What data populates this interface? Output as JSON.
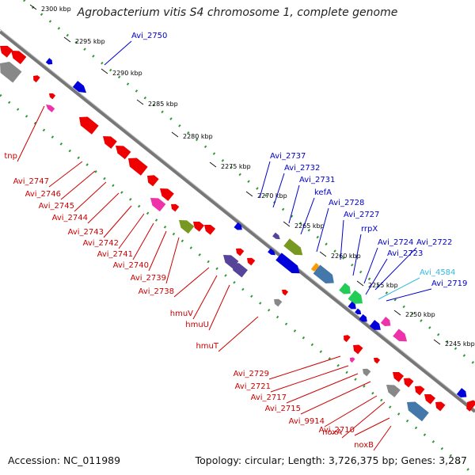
{
  "title": "Agrobacterium vitis S4 chromosome 1, complete genome",
  "footer": {
    "accession": "Accession: NC_011989",
    "summary": "Topology: circular; Length: 3,726,375 bp; Genes: 3,287"
  },
  "position_marks": [
    "2300 kbp",
    "2295 kbp",
    "2290 kbp",
    "2285 kbp",
    "2280 kbp",
    "2275 kbp",
    "2270 kbp",
    "2265 kbp",
    "2260 kbp",
    "2255 kbp",
    "2250 kbp",
    "2245 kbp"
  ],
  "labels_forward": [
    "Avi_2750",
    "Avi_2737",
    "Avi_2732",
    "Avi_2731",
    "kefA",
    "Avi_2728",
    "Avi_2727",
    "rrpX",
    "Avi_2724",
    "Avi_2722",
    "Avi_2723",
    "Avi_4584",
    "Avi_2719"
  ],
  "labels_reverse": [
    "tnp",
    "Avi_2747",
    "Avi_2746",
    "Avi_2745",
    "Avi_2744",
    "Avi_2743",
    "Avi_2742",
    "Avi_2741",
    "Avi_2740",
    "Avi_2739",
    "Avi_2738",
    "hmuV",
    "hmuU",
    "hmuT",
    "Avi_2729",
    "Avi_2721",
    "Avi_2717",
    "Avi_2715",
    "Avi_9914",
    "noxA",
    "Avi_2710",
    "noxB"
  ],
  "colors": {
    "forward_label": "#0000cc",
    "reverse_label": "#cc0000",
    "highlight_label": "#33bbdd",
    "backbone": "#7a7a7a",
    "gc_dots": "#339933",
    "gene_red": "#ee0000",
    "gene_blue": "#0000dd",
    "gene_grey": "#888888",
    "gene_magenta": "#ee33aa",
    "gene_olive": "#779922",
    "gene_purple": "#554499",
    "gene_steel": "#4477aa",
    "gene_green": "#22cc55",
    "gene_orange": "#ff9900"
  }
}
